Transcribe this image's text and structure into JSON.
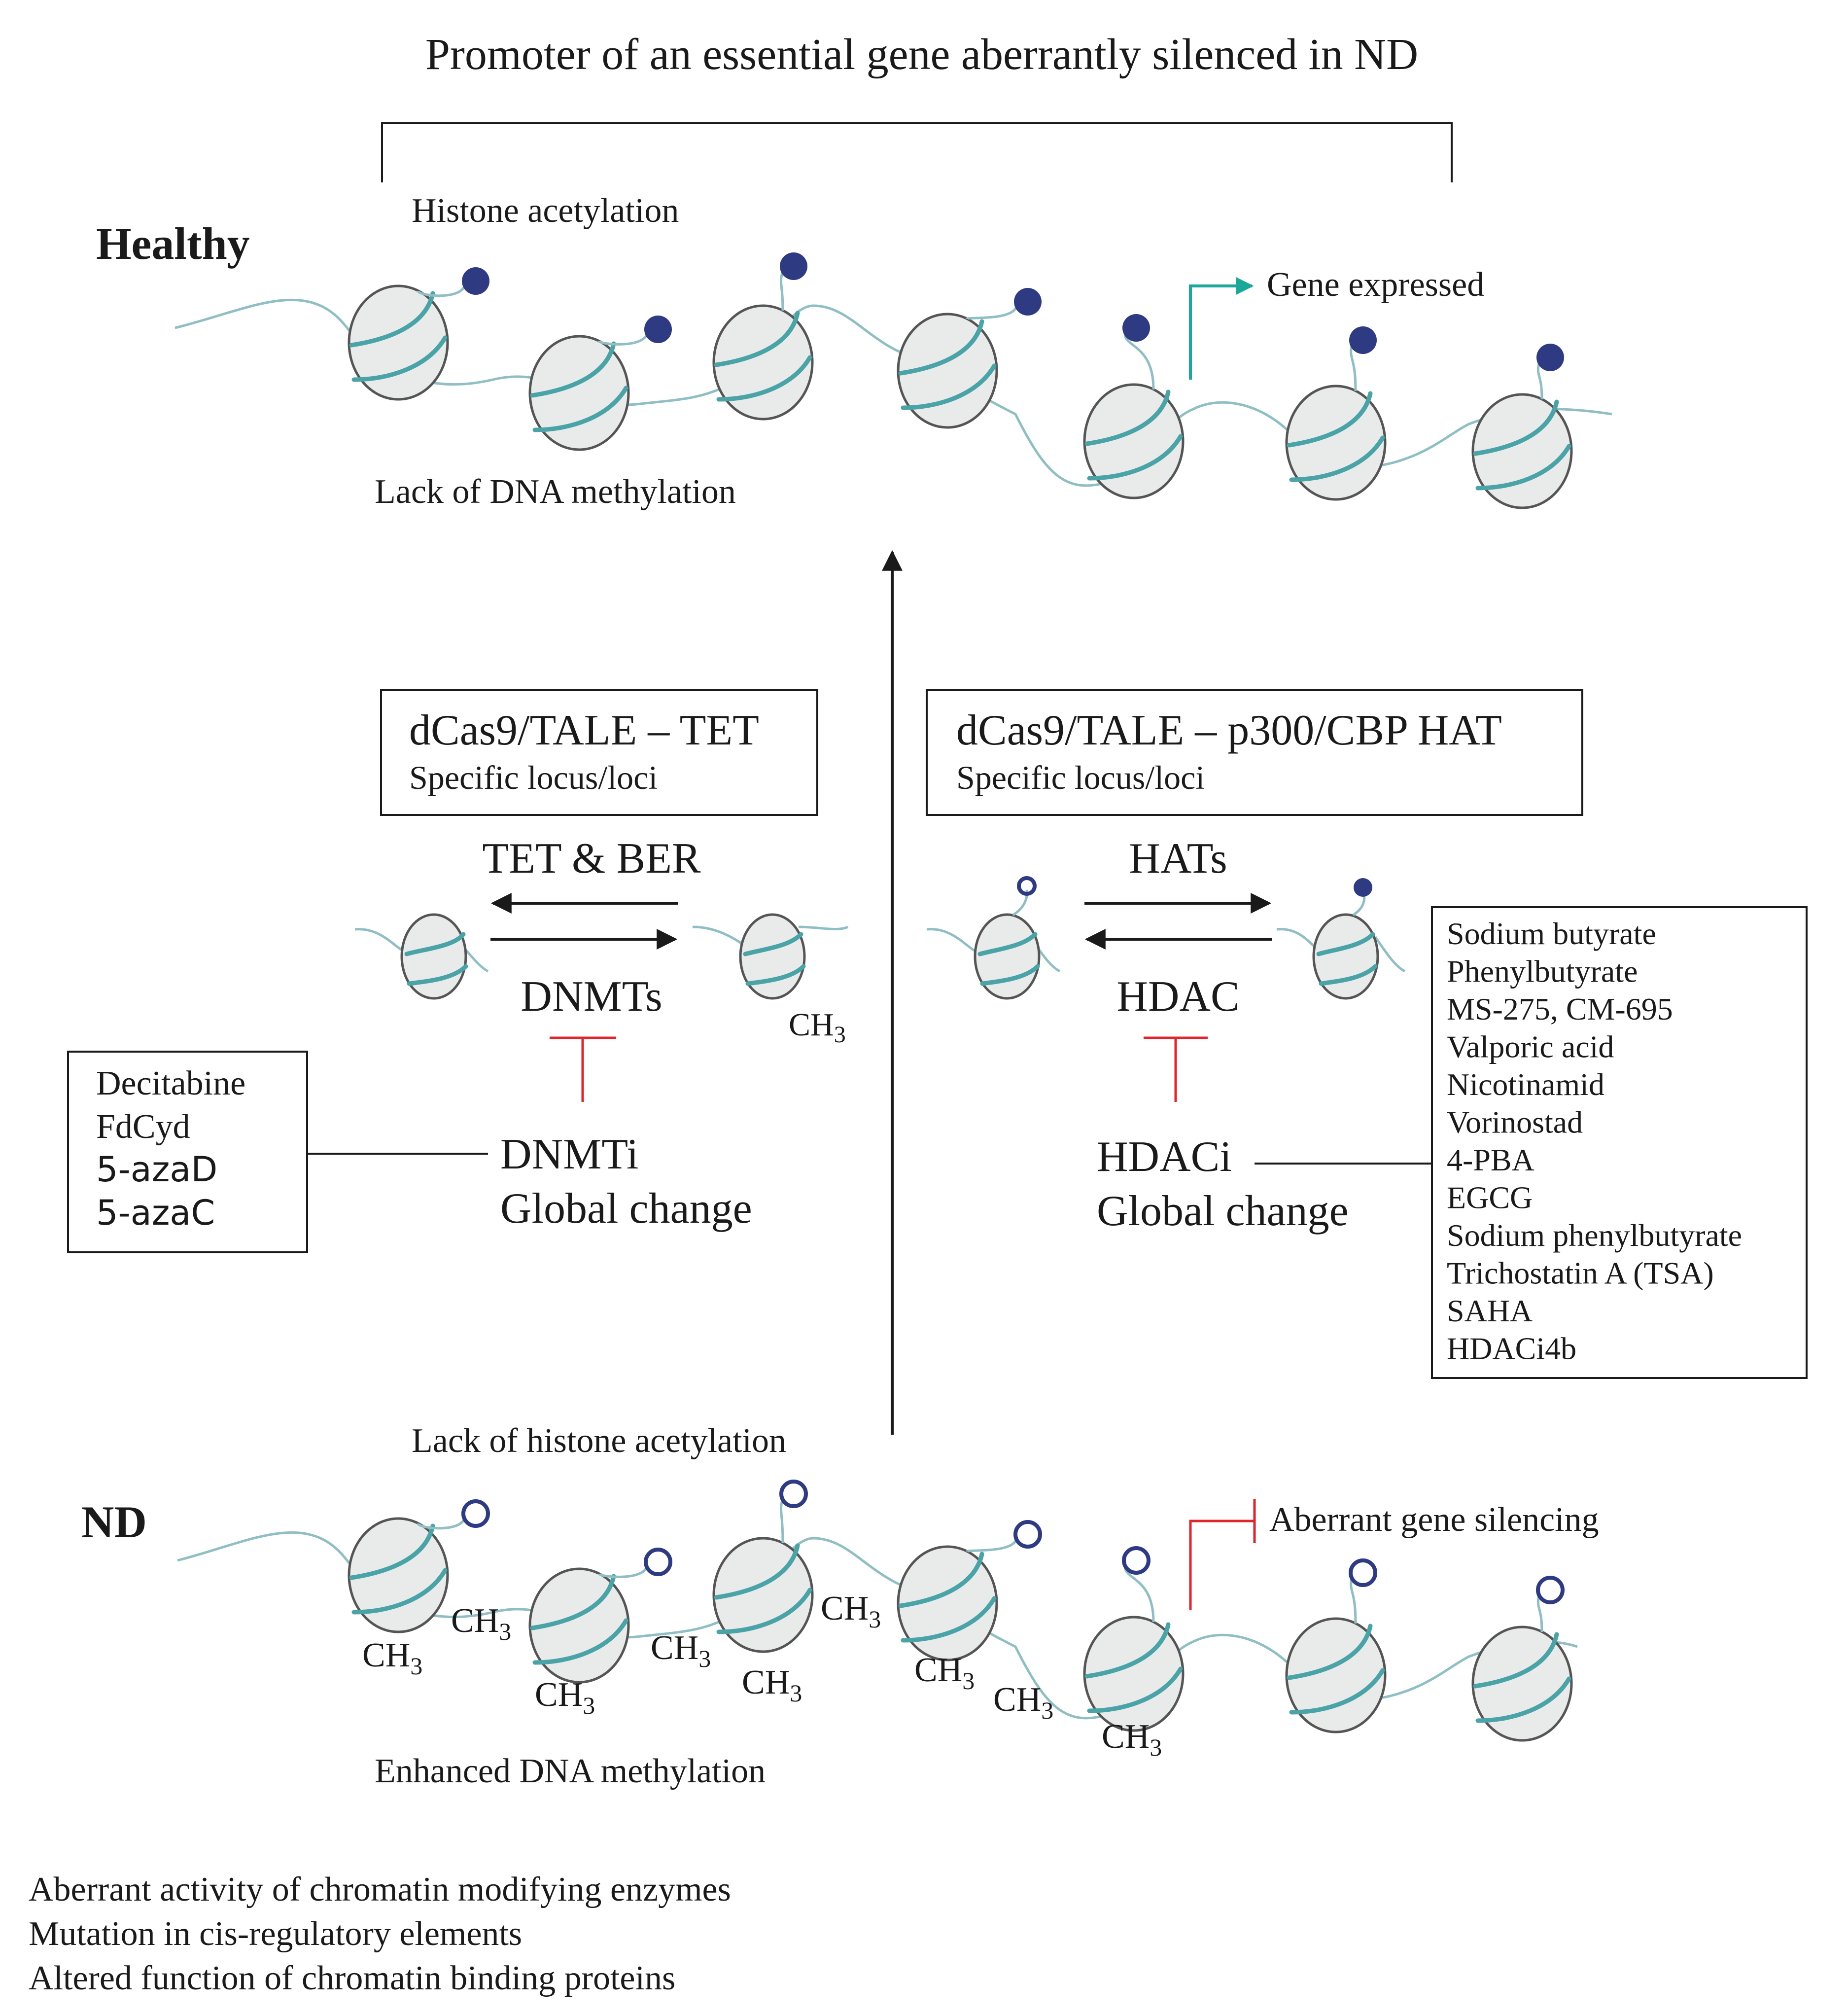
{
  "title": "Promoter of an essential gene aberrantly silenced in ND",
  "healthy": {
    "label": "Healthy",
    "top_annotation": "Histone acetylation",
    "bottom_annotation": "Lack of DNA methylation",
    "gene_label": "Gene expressed"
  },
  "nd": {
    "label": "ND",
    "top_annotation": "Lack of histone acetylation",
    "bottom_annotation": "Enhanced DNA methylation",
    "gene_label": "Aberrant gene silencing",
    "methyl": {
      "base": "CH",
      "sub": "3"
    }
  },
  "left_panel": {
    "box_title": "dCas9/TALE – TET",
    "box_subtitle": "Specific locus/loci",
    "forward_enzyme": "TET & BER",
    "reverse_enzyme": "DNMTs",
    "methyl": {
      "base": "CH",
      "sub": "3"
    },
    "inhibitor": "DNMTi",
    "inhibitor_scope": "Global change",
    "drugs": [
      "Decitabine",
      "FdCyd",
      "5-azaD",
      "5-azaC"
    ]
  },
  "right_panel": {
    "box_title": "dCas9/TALE – p300/CBP HAT",
    "box_subtitle": "Specific locus/loci",
    "forward_enzyme": "HATs",
    "reverse_enzyme": "HDAC",
    "inhibitor": "HDACi",
    "inhibitor_scope": "Global change",
    "drugs": [
      "Sodium butyrate",
      "Phenylbutyrate",
      "MS-275, CM-695",
      "Valporic acid",
      "Nicotinamid",
      "Vorinostad",
      "4-PBA",
      "EGCG",
      "Sodium phenylbutyrate",
      "Trichostatin A (TSA)",
      "SAHA",
      "HDACi4b"
    ]
  },
  "causes": [
    "Aberrant activity of chromatin modifying enzymes",
    "Mutation in cis-regulatory elements",
    "Altered function of chromatin binding proteins"
  ],
  "colors": {
    "dna": "#8fbfc4",
    "histone_band": "#4aa3a6",
    "acetyl": "#2e3a82",
    "activation_arrow": "#1aa89a",
    "inhibition": "#e0262b"
  }
}
